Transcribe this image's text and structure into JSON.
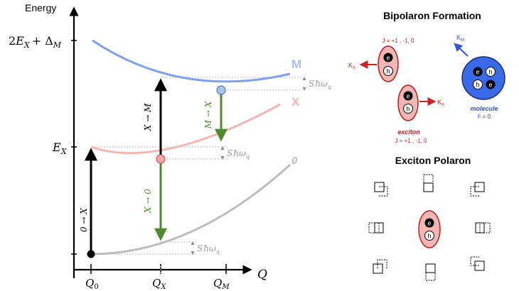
{
  "energy_diagram": {
    "y_axis_title": "Energy",
    "x_axis_title": "Q",
    "level_labels": {
      "top_prefix": "2",
      "E": "E",
      "X": "X",
      "plus_delta": "+ Δ",
      "M": "M"
    },
    "x_ticks": [
      {
        "main": "Q",
        "sub": "0"
      },
      {
        "main": "Q",
        "sub": "X"
      },
      {
        "main": "Q",
        "sub": "M"
      }
    ],
    "curves": [
      {
        "label": "M",
        "color": "#7da1f0"
      },
      {
        "label": "X",
        "color": "#f5b5b3"
      },
      {
        "label": "0",
        "color": "#bdbdbd"
      }
    ],
    "transitions": [
      {
        "label": "0 → X",
        "color": "#000000"
      },
      {
        "label": "X → M",
        "color": "#000000"
      },
      {
        "label": "M → X",
        "color": "#4f8a2f"
      },
      {
        "label": "X → 0",
        "color": "#4f8a2f"
      }
    ],
    "reorg_energy": {
      "S": "S",
      "hw": "ħω",
      "sub": "q"
    }
  },
  "bipolaron": {
    "title": "Bipolaron Formation",
    "exciton_top_J": "J = +1 , -1,  0",
    "exciton_top_kx": {
      "main": "K",
      "sub": "X"
    },
    "exciton_bottom_kx": {
      "main": "K",
      "sub": "X"
    },
    "exciton_caption": "exciton",
    "exciton_caption_J": "J = +1 , -1,  0",
    "molecule_km": {
      "main": "K",
      "sub": "M"
    },
    "molecule_caption": "molecule",
    "molecule_caption_F": "F = 0",
    "electron": "e",
    "hole": "h",
    "colors": {
      "exciton_fill": "#f4b6b4",
      "exciton_stroke": "#b32020",
      "molecule_fill": "#3a6ae8",
      "arrow_red": "#cc2222",
      "arrow_blue": "#3355dd"
    }
  },
  "exciton_polaron": {
    "title": "Exciton Polaron",
    "electron": "e",
    "hole": "h"
  }
}
